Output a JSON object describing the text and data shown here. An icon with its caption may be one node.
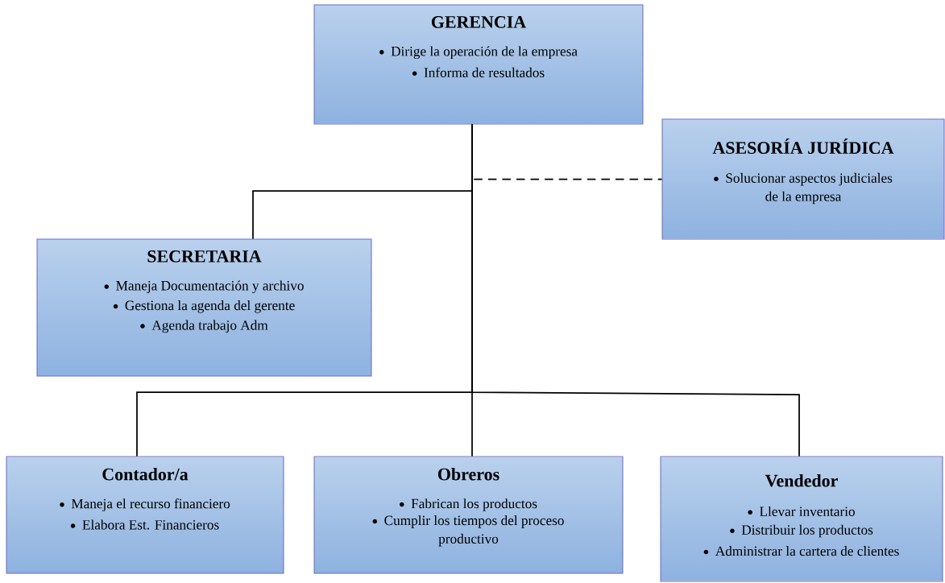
{
  "diagram": {
    "nodes": [
      {
        "text": [
          "GERENCIA",
          "Dirige la operación de la empresa",
          "Informa de resultados"
        ]
      },
      {
        "text": [
          "ASESORÍA JURÍDICA",
          "Solucionar aspectos judiciales de la empresa"
        ]
      },
      {
        "text": [
          "SECRETARIA",
          "Maneja Documentación y archivo",
          "Gestiona la agenda del gerente",
          "Agenda trabajo Adm"
        ]
      },
      {
        "text": [
          "Contador/a",
          "Maneja el recurso financiero",
          "Elabora Est. Financieros"
        ]
      },
      {
        "text": [
          "Obreros",
          "Fabrican los productos",
          "Cumplir los tiempos del proceso productivo"
        ]
      },
      {
        "text": [
          "Vendedor",
          "Llevar inventario",
          "Distribuir los productos",
          "Administrar la cartera de clientes"
        ]
      }
    ],
    "edges": [
      {
        "from": 0,
        "to": 1,
        "arrow": "none",
        "style": "dashed"
      },
      {
        "from": 0,
        "to": 2,
        "arrow": "none"
      },
      {
        "from": 0,
        "to": 3,
        "arrow": "none"
      },
      {
        "from": 0,
        "to": 4,
        "arrow": "none"
      },
      {
        "from": 0,
        "to": 5,
        "arrow": "none"
      }
    ]
  }
}
